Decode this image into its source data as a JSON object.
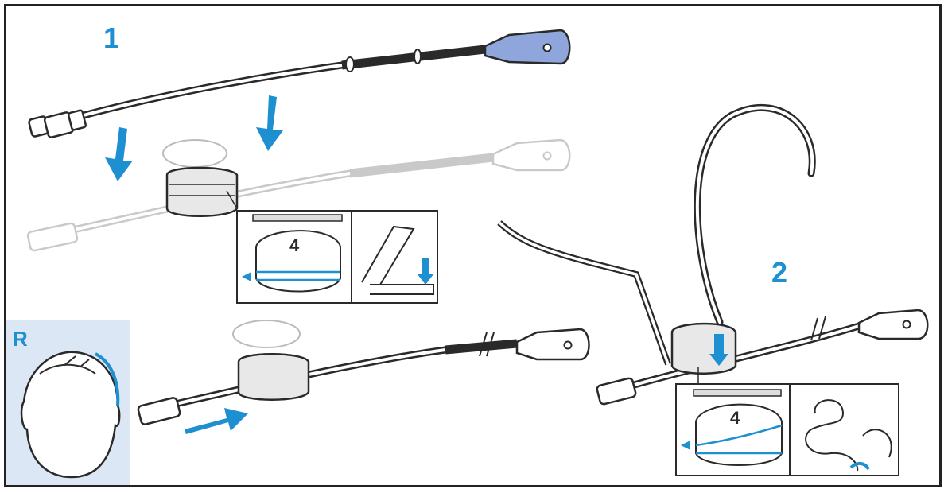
{
  "steps": {
    "step1": "1",
    "step2": "2",
    "side": "R"
  },
  "callouts": {
    "clip_number_a": "4",
    "clip_number_b": "4"
  },
  "colors": {
    "accent": "#1e8fd0",
    "accent_dark": "#1577b3",
    "highlight_fill": "#8fa6dc",
    "side_panel": "#dbe7f5",
    "line": "#2a2a2a",
    "faded": "#c9c9c9"
  },
  "icons": {
    "arrow": "down-arrow-icon",
    "head": "head-icon"
  }
}
